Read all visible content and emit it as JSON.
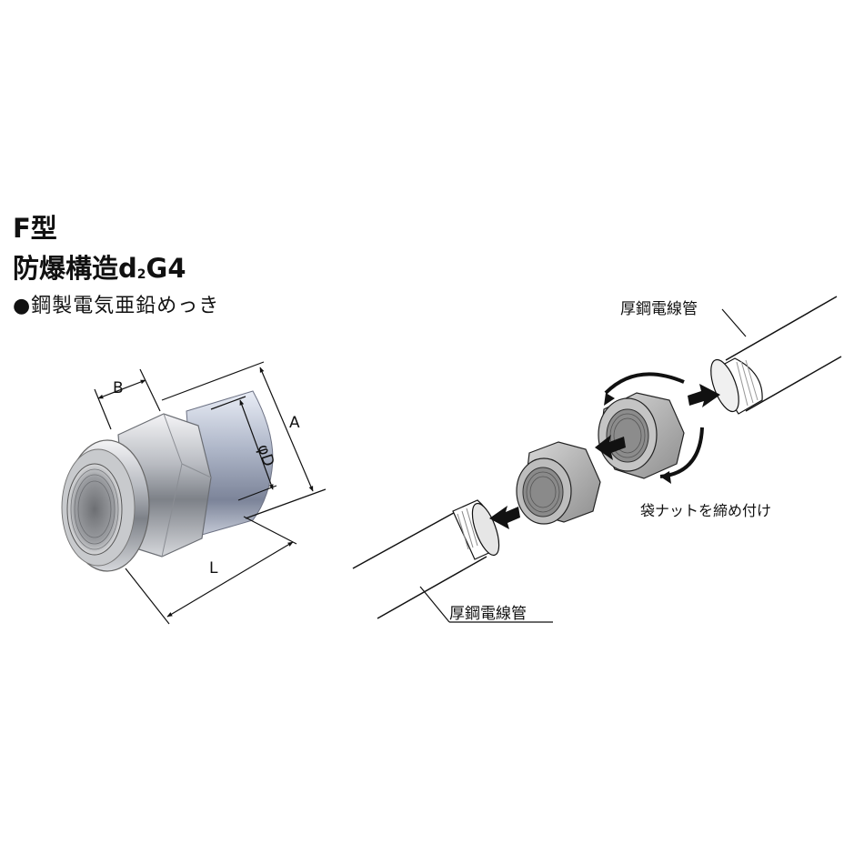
{
  "heading": {
    "model": "F型",
    "standard_main": "防爆構造d",
    "standard_sub": "2",
    "standard_tail": "G4",
    "material": "●鋼製電気亜鉛めっき"
  },
  "dimensions": {
    "b": "B",
    "a": "A",
    "d": "φD",
    "l": "L"
  },
  "assembly": {
    "conduit_top": "厚鋼電線管",
    "conduit_bottom": "厚鋼電線管",
    "nut_instruction": "袋ナットを締め付け"
  }
}
